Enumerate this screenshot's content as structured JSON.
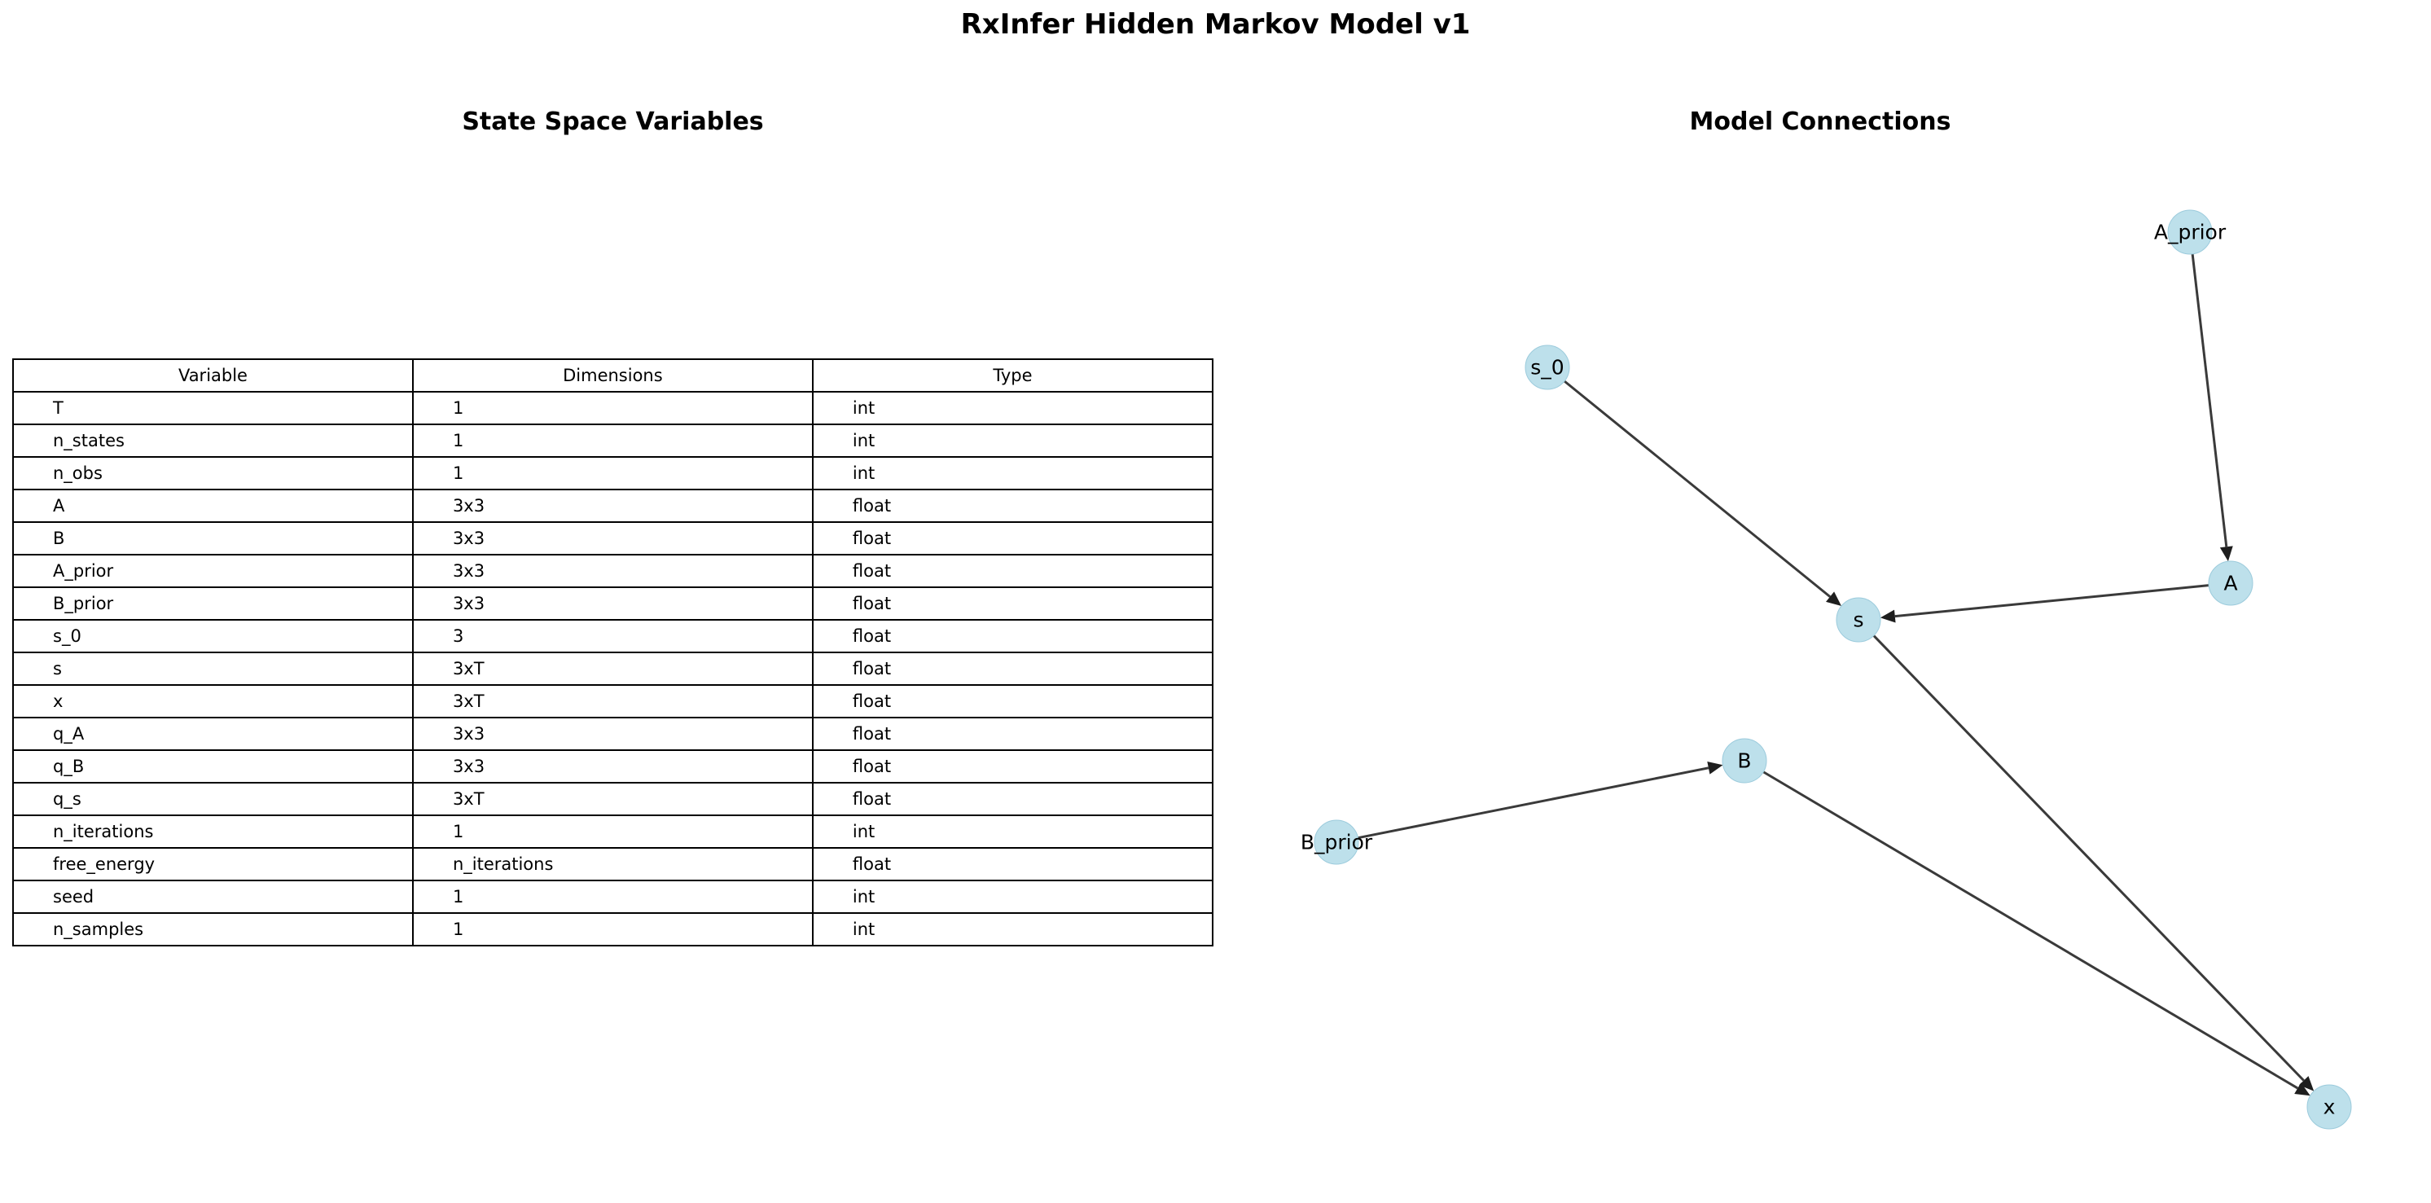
{
  "title": "RxInfer Hidden Markov Model v1",
  "table_panel": {
    "title": "State Space Variables",
    "headers": [
      "Variable",
      "Dimensions",
      "Type"
    ],
    "rows": [
      [
        "T",
        "1",
        "int"
      ],
      [
        "n_states",
        "1",
        "int"
      ],
      [
        "n_obs",
        "1",
        "int"
      ],
      [
        "A",
        "3x3",
        "float"
      ],
      [
        "B",
        "3x3",
        "float"
      ],
      [
        "A_prior",
        "3x3",
        "float"
      ],
      [
        "B_prior",
        "3x3",
        "float"
      ],
      [
        "s_0",
        "3",
        "float"
      ],
      [
        "s",
        "3xT",
        "float"
      ],
      [
        "x",
        "3xT",
        "float"
      ],
      [
        "q_A",
        "3x3",
        "float"
      ],
      [
        "q_B",
        "3x3",
        "float"
      ],
      [
        "q_s",
        "3xT",
        "float"
      ],
      [
        "n_iterations",
        "1",
        "int"
      ],
      [
        "free_energy",
        "n_iterations",
        "float"
      ],
      [
        "seed",
        "1",
        "int"
      ],
      [
        "n_samples",
        "1",
        "int"
      ]
    ]
  },
  "graph_panel": {
    "title": "Model Connections",
    "nodes": [
      "A_prior",
      "s_0",
      "A",
      "s",
      "B",
      "B_prior",
      "x"
    ],
    "edges": [
      {
        "from": "A_prior",
        "to": "A"
      },
      {
        "from": "s_0",
        "to": "s"
      },
      {
        "from": "A",
        "to": "s"
      },
      {
        "from": "B_prior",
        "to": "B"
      },
      {
        "from": "s",
        "to": "x"
      },
      {
        "from": "B",
        "to": "x"
      }
    ]
  },
  "colors": {
    "node_fill": "#add8e6",
    "edge": "#3a3a3a",
    "table_border": "#000000"
  }
}
